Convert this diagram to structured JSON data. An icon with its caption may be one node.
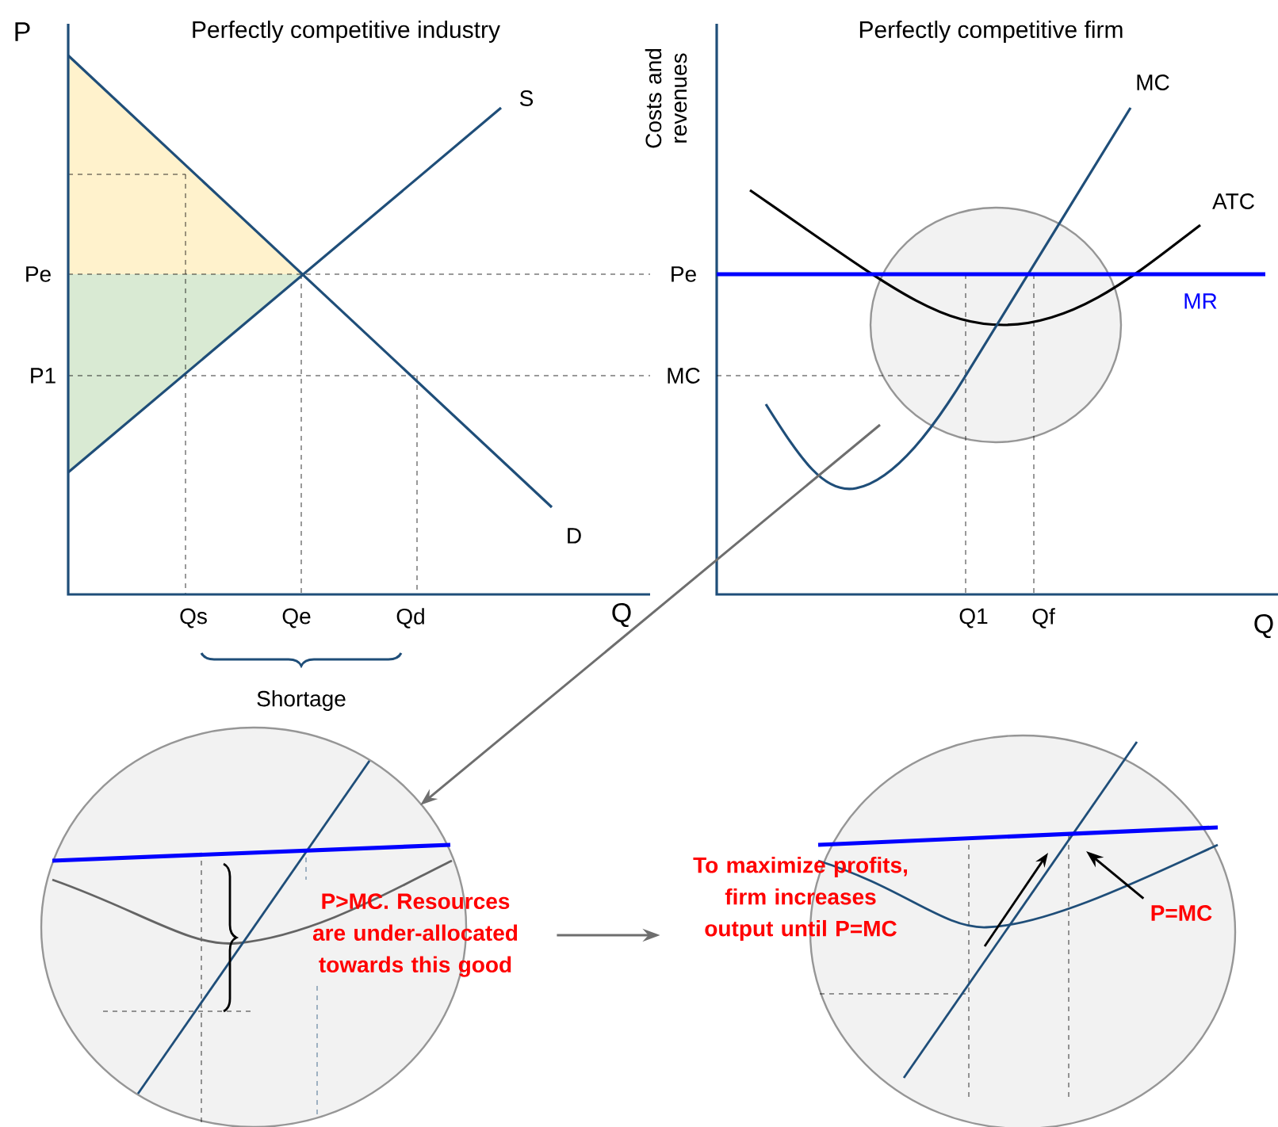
{
  "diagram": {
    "nodes": [
      {
        "text": [],
        "shape": "circle"
      },
      {
        "text": [],
        "shape": "circle"
      },
      {
        "text": [],
        "shape": "circle"
      },
      {
        "text": [
          "P>MC. Resources are under-allocated towards this good"
        ]
      },
      {
        "text": [
          "To maximize profits, firm increases output until P=MC"
        ]
      },
      {
        "text": [
          "P=MC"
        ],
        "in": 2
      }
    ],
    "edges": [
      {
        "from": 0,
        "to": 1,
        "arrow": "to"
      },
      {
        "from": 3,
        "to": 4,
        "arrow": "to"
      },
      {
        "from": 5,
        "to": null,
        "arrow": "to",
        "color": "#000000"
      }
    ],
    "labels": [
      "P",
      "Perfectly competitive industry",
      "S",
      "Pe",
      "P1",
      "D",
      "Qs",
      "Qe",
      "Qd",
      "Q",
      "Shortage",
      "Costs and revenues",
      "Perfectly competitive firm",
      "MC",
      "ATC",
      "Pe",
      "MR",
      "MC",
      "Q1",
      "Qf",
      "Q"
    ]
  }
}
